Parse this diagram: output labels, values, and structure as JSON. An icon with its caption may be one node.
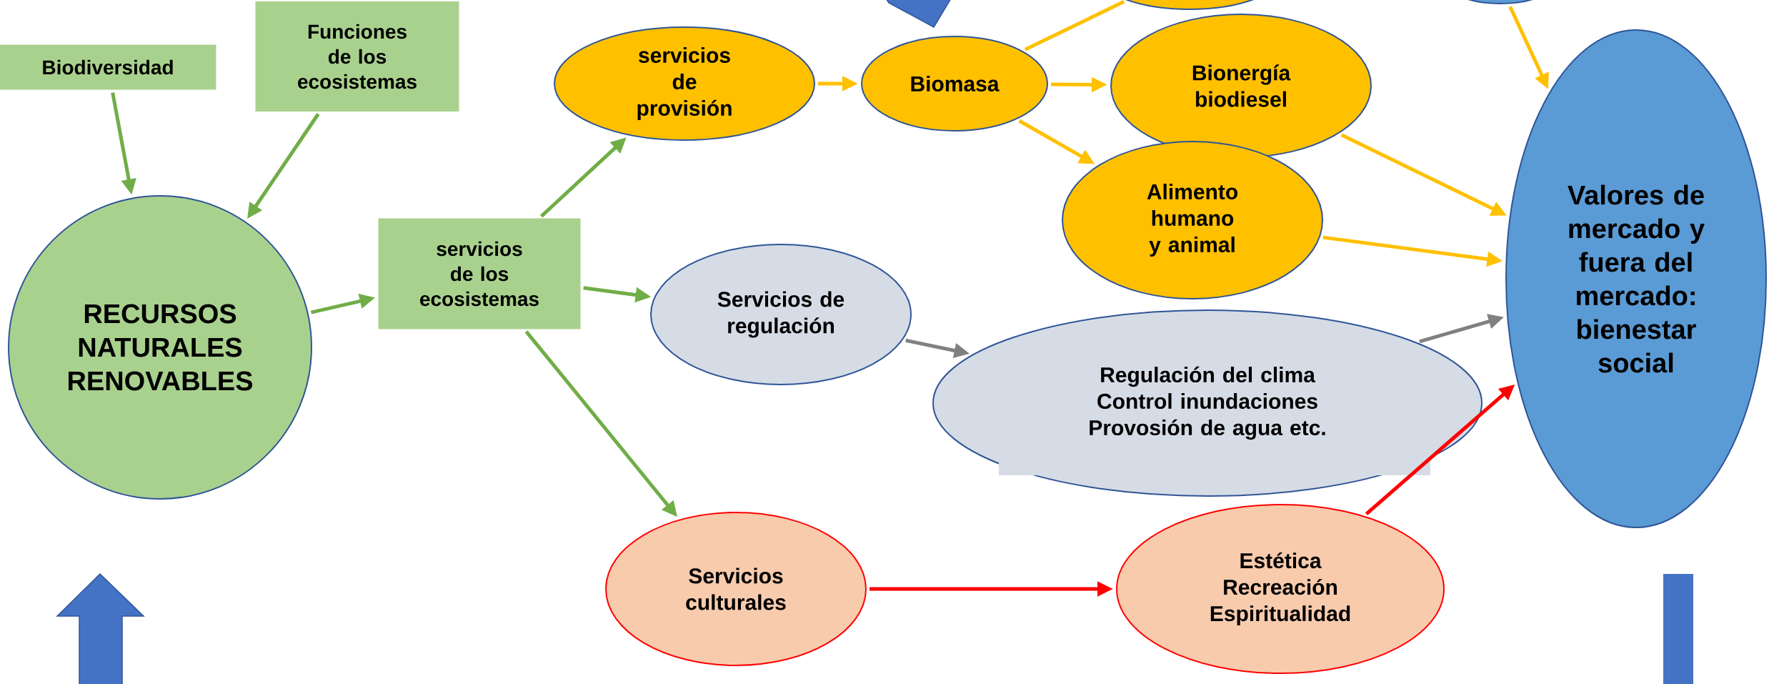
{
  "diagram": {
    "nodes": [
      {
        "text": [
          "Biodiversidad"
        ]
      },
      {
        "text": [
          "Funciones de los ecosistemas"
        ]
      },
      {
        "text": [
          "RECURSOS NATURALES RENOVABLES"
        ]
      },
      {
        "text": [
          "servicios de los ecosistemas"
        ]
      },
      {
        "text": [
          "servicios de provisión"
        ]
      },
      {
        "text": [
          "Biomasa"
        ]
      },
      {
        "text": [],
        "shape": "ellipse"
      },
      {
        "text": [
          "Bionergía biodiesel"
        ]
      },
      {
        "text": [
          "Alimento humano y animal"
        ]
      },
      {
        "text": [],
        "shape": "ellipse"
      },
      {
        "text": [
          "Servicios de regulación"
        ]
      },
      {
        "text": [
          "Regulación del clima Control inundaciones Provosión de agua etc."
        ]
      },
      {
        "text": [
          "Valores de mercado y fuera del mercado: bienestar social"
        ]
      },
      {
        "text": [
          "Servicios culturales"
        ]
      },
      {
        "text": [
          "Estética Recreación Espiritualidad"
        ]
      }
    ],
    "edges": [
      {
        "from": 0,
        "to": 2,
        "arrow": "to",
        "color": "#70ad47"
      },
      {
        "from": 1,
        "to": 2,
        "arrow": "to",
        "color": "#70ad47"
      },
      {
        "from": 2,
        "to": 3,
        "arrow": "to",
        "color": "#70ad47"
      },
      {
        "from": 3,
        "to": 4,
        "arrow": "to",
        "color": "#70ad47"
      },
      {
        "from": 3,
        "to": 10,
        "arrow": "to",
        "color": "#70ad47"
      },
      {
        "from": 3,
        "to": 13,
        "arrow": "to",
        "color": "#70ad47"
      },
      {
        "from": 4,
        "to": 5,
        "arrow": "to",
        "color": "#ffc000"
      },
      {
        "from": 5,
        "to": 6,
        "arrow": "none",
        "color": "#ffc000"
      },
      {
        "from": 5,
        "to": 7,
        "arrow": "to",
        "color": "#ffc000"
      },
      {
        "from": 5,
        "to": 8,
        "arrow": "to",
        "color": "#ffc000"
      },
      {
        "from": 7,
        "to": 12,
        "arrow": "to",
        "color": "#ffc000"
      },
      {
        "from": 8,
        "to": 12,
        "arrow": "to",
        "color": "#ffc000"
      },
      {
        "from": 9,
        "to": 12,
        "arrow": "to",
        "color": "#ffc000"
      },
      {
        "from": 10,
        "to": 11,
        "arrow": "to",
        "color": "#808080"
      },
      {
        "from": 11,
        "to": 12,
        "arrow": "to",
        "color": "#808080"
      },
      {
        "from": 13,
        "to": 14,
        "arrow": "to",
        "color": "#ff0000"
      },
      {
        "from": 14,
        "to": 12,
        "arrow": "to",
        "color": "#ff0000"
      }
    ]
  }
}
